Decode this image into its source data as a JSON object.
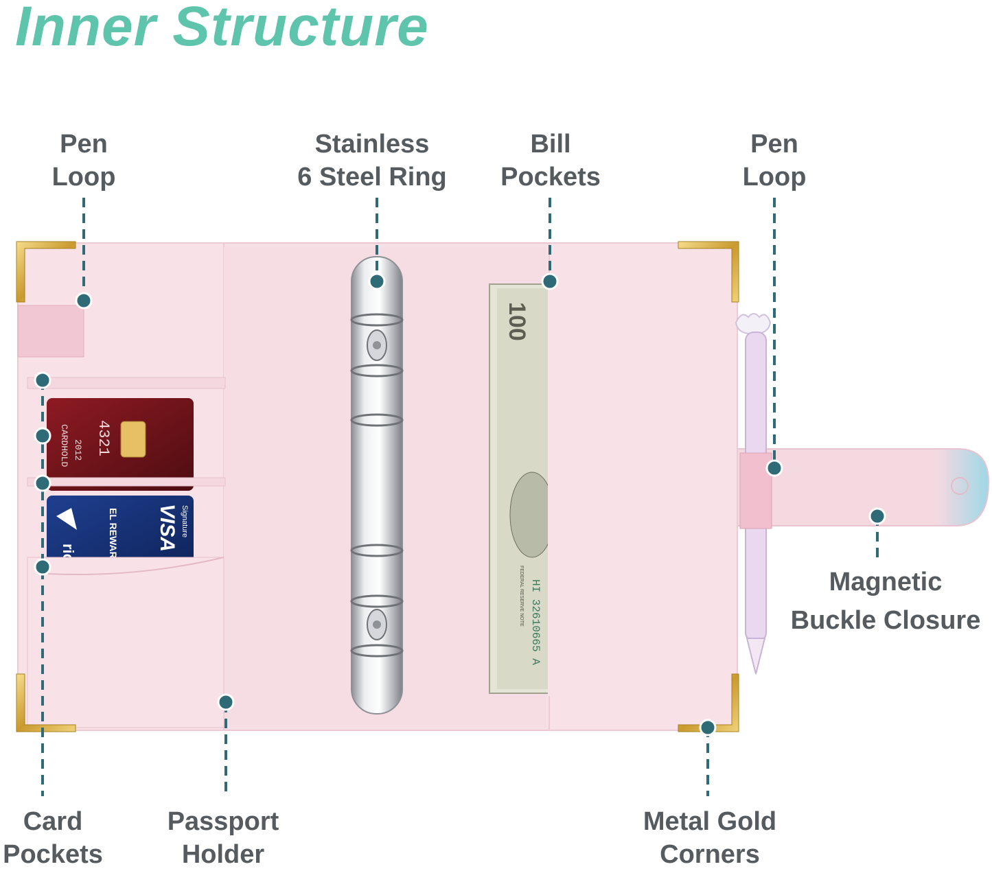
{
  "title": "Inner Structure",
  "accent_color": "#5ec5ac",
  "callout_color": "#2f6b77",
  "label_color": "#555b5e",
  "binder_color": "#f7dfe6",
  "callouts": {
    "pen_loop_left": {
      "line1": "Pen",
      "line2": "Loop"
    },
    "steel_ring": {
      "line1": "Stainless",
      "line2": "6 Steel Ring"
    },
    "bill_pockets": {
      "line1": "Bill",
      "line2": "Pockets"
    },
    "pen_loop_right": {
      "line1": "Pen",
      "line2": "Loop"
    },
    "magnetic_buckle": {
      "line1": "Magnetic",
      "line2": "Buckle Closure"
    },
    "card_pockets": {
      "line1": "Card",
      "line2": "Pockets"
    },
    "passport_holder": {
      "line1": "Passport",
      "line2": "Holder"
    },
    "metal_corners": {
      "line1": "Metal Gold",
      "line2": "Corners"
    }
  },
  "card_red": {
    "number": "4321",
    "year": "2012",
    "holder": "CARDHOLD"
  },
  "card_blue": {
    "brand": "VISA",
    "sub": "Signature",
    "program": "EL REWARDS",
    "bank": "rica"
  },
  "bill": {
    "serial": "HI 32610665 A",
    "denomination": "100",
    "issuer": "FEDERAL RESERVE NOTE"
  },
  "icons": [
    "pen-icon",
    "ring-mechanism-icon"
  ]
}
